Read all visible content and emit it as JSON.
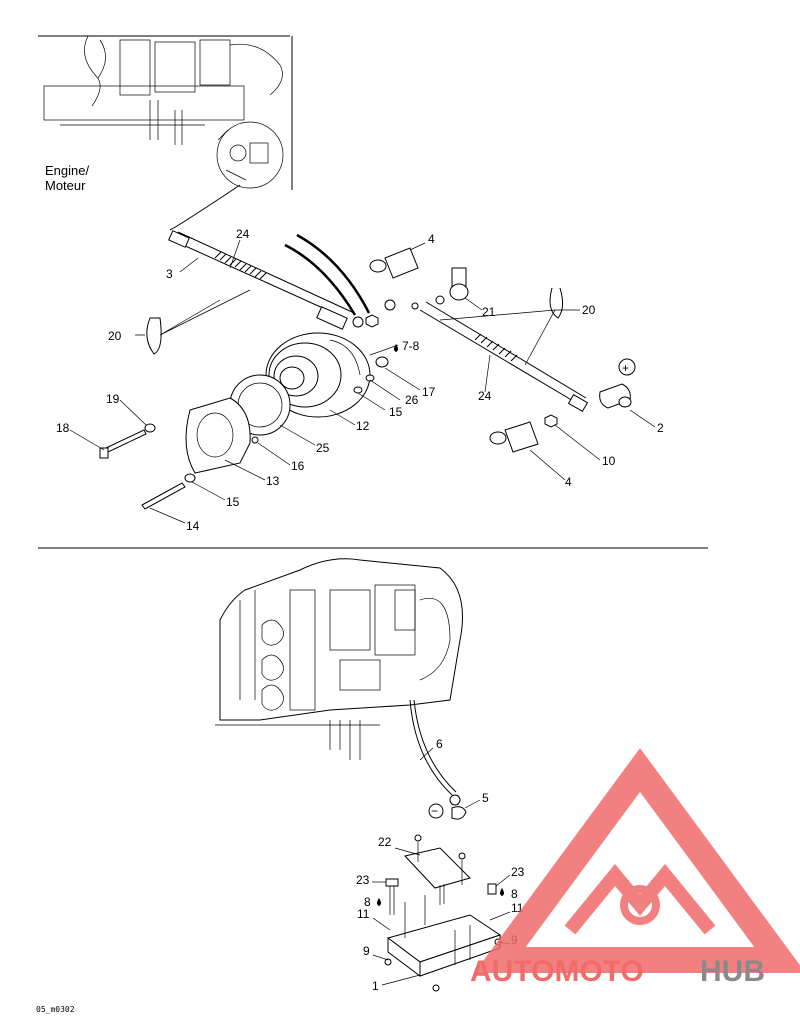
{
  "diagram": {
    "engine_label_line1": "Engine/",
    "engine_label_line2": "Moteur",
    "drawing_code": "05_m0302",
    "polarity_positive": "+",
    "polarity_negative": "−",
    "callouts": {
      "c1": "1",
      "c2": "2",
      "c3": "3",
      "c4a": "4",
      "c4b": "4",
      "c5": "5",
      "c6": "6",
      "c78": "7-8",
      "c8a": "8",
      "c8b": "8",
      "c9a": "9",
      "c9b": "9",
      "c10": "10",
      "c11a": "11",
      "c11b": "11",
      "c12": "12",
      "c13": "13",
      "c14": "14",
      "c15a": "15",
      "c15b": "15",
      "c16": "16",
      "c17": "17",
      "c18": "18",
      "c19": "19",
      "c20a": "20",
      "c20b": "20",
      "c21": "21",
      "c22": "22",
      "c23a": "23",
      "c23b": "23",
      "c24a": "24",
      "c24b": "24",
      "c25": "25",
      "c26": "26"
    }
  },
  "watermark": {
    "part1": "AUTOMOTO",
    "part2": "HUB",
    "accent_color": "#f26b6b",
    "secondary_color": "#8a8a8a"
  }
}
